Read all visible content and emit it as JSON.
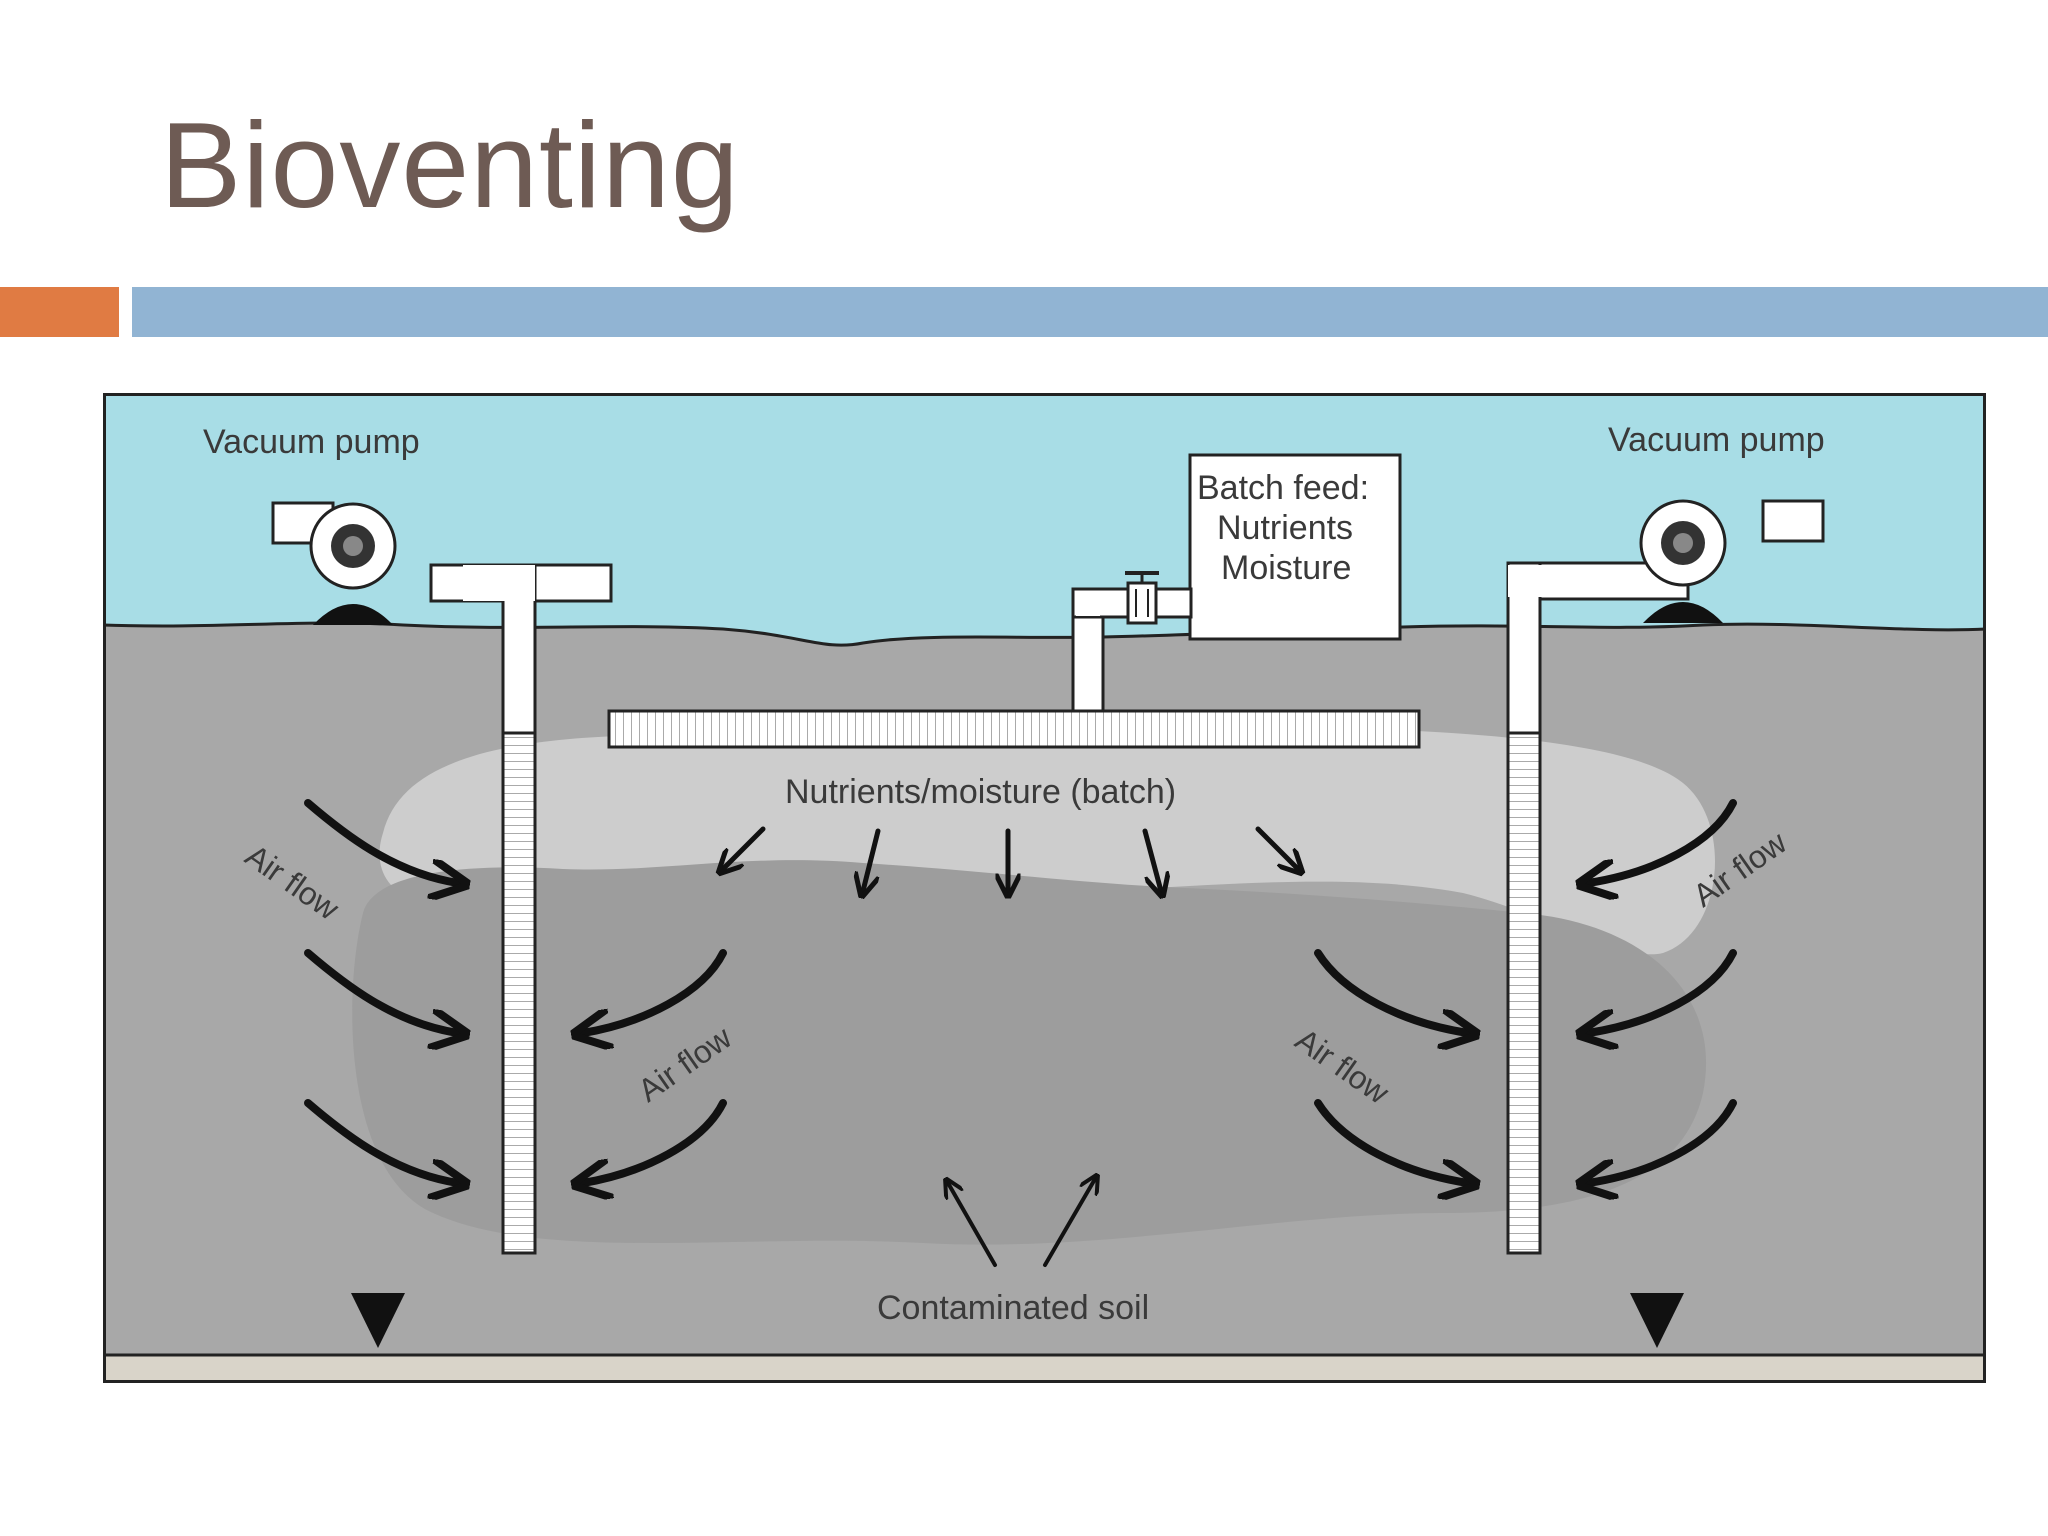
{
  "slide": {
    "title": "Bioventing"
  },
  "colors": {
    "title": "#6e5b54",
    "accent_orange": "#e07b43",
    "accent_blue": "#91b4d3",
    "sky": "#a8dde6",
    "soil": "#a8a8a8",
    "contaminated_zone": "#999999",
    "moisture_zone": "#cdcdcd"
  },
  "diagram": {
    "labels": {
      "vacuum_pump_left": "Vacuum pump",
      "vacuum_pump_right": "Vacuum pump",
      "batch_feed_line1": "Batch feed:",
      "batch_feed_line2": "Nutrients",
      "batch_feed_line3": "Moisture",
      "nutrients_moisture": "Nutrients/moisture (batch)",
      "air_flow_left": "Air flow",
      "air_flow_center_left": "Air flow",
      "air_flow_center_right": "Air flow",
      "air_flow_right": "Air flow",
      "contaminated_soil": "Contaminated soil"
    }
  }
}
